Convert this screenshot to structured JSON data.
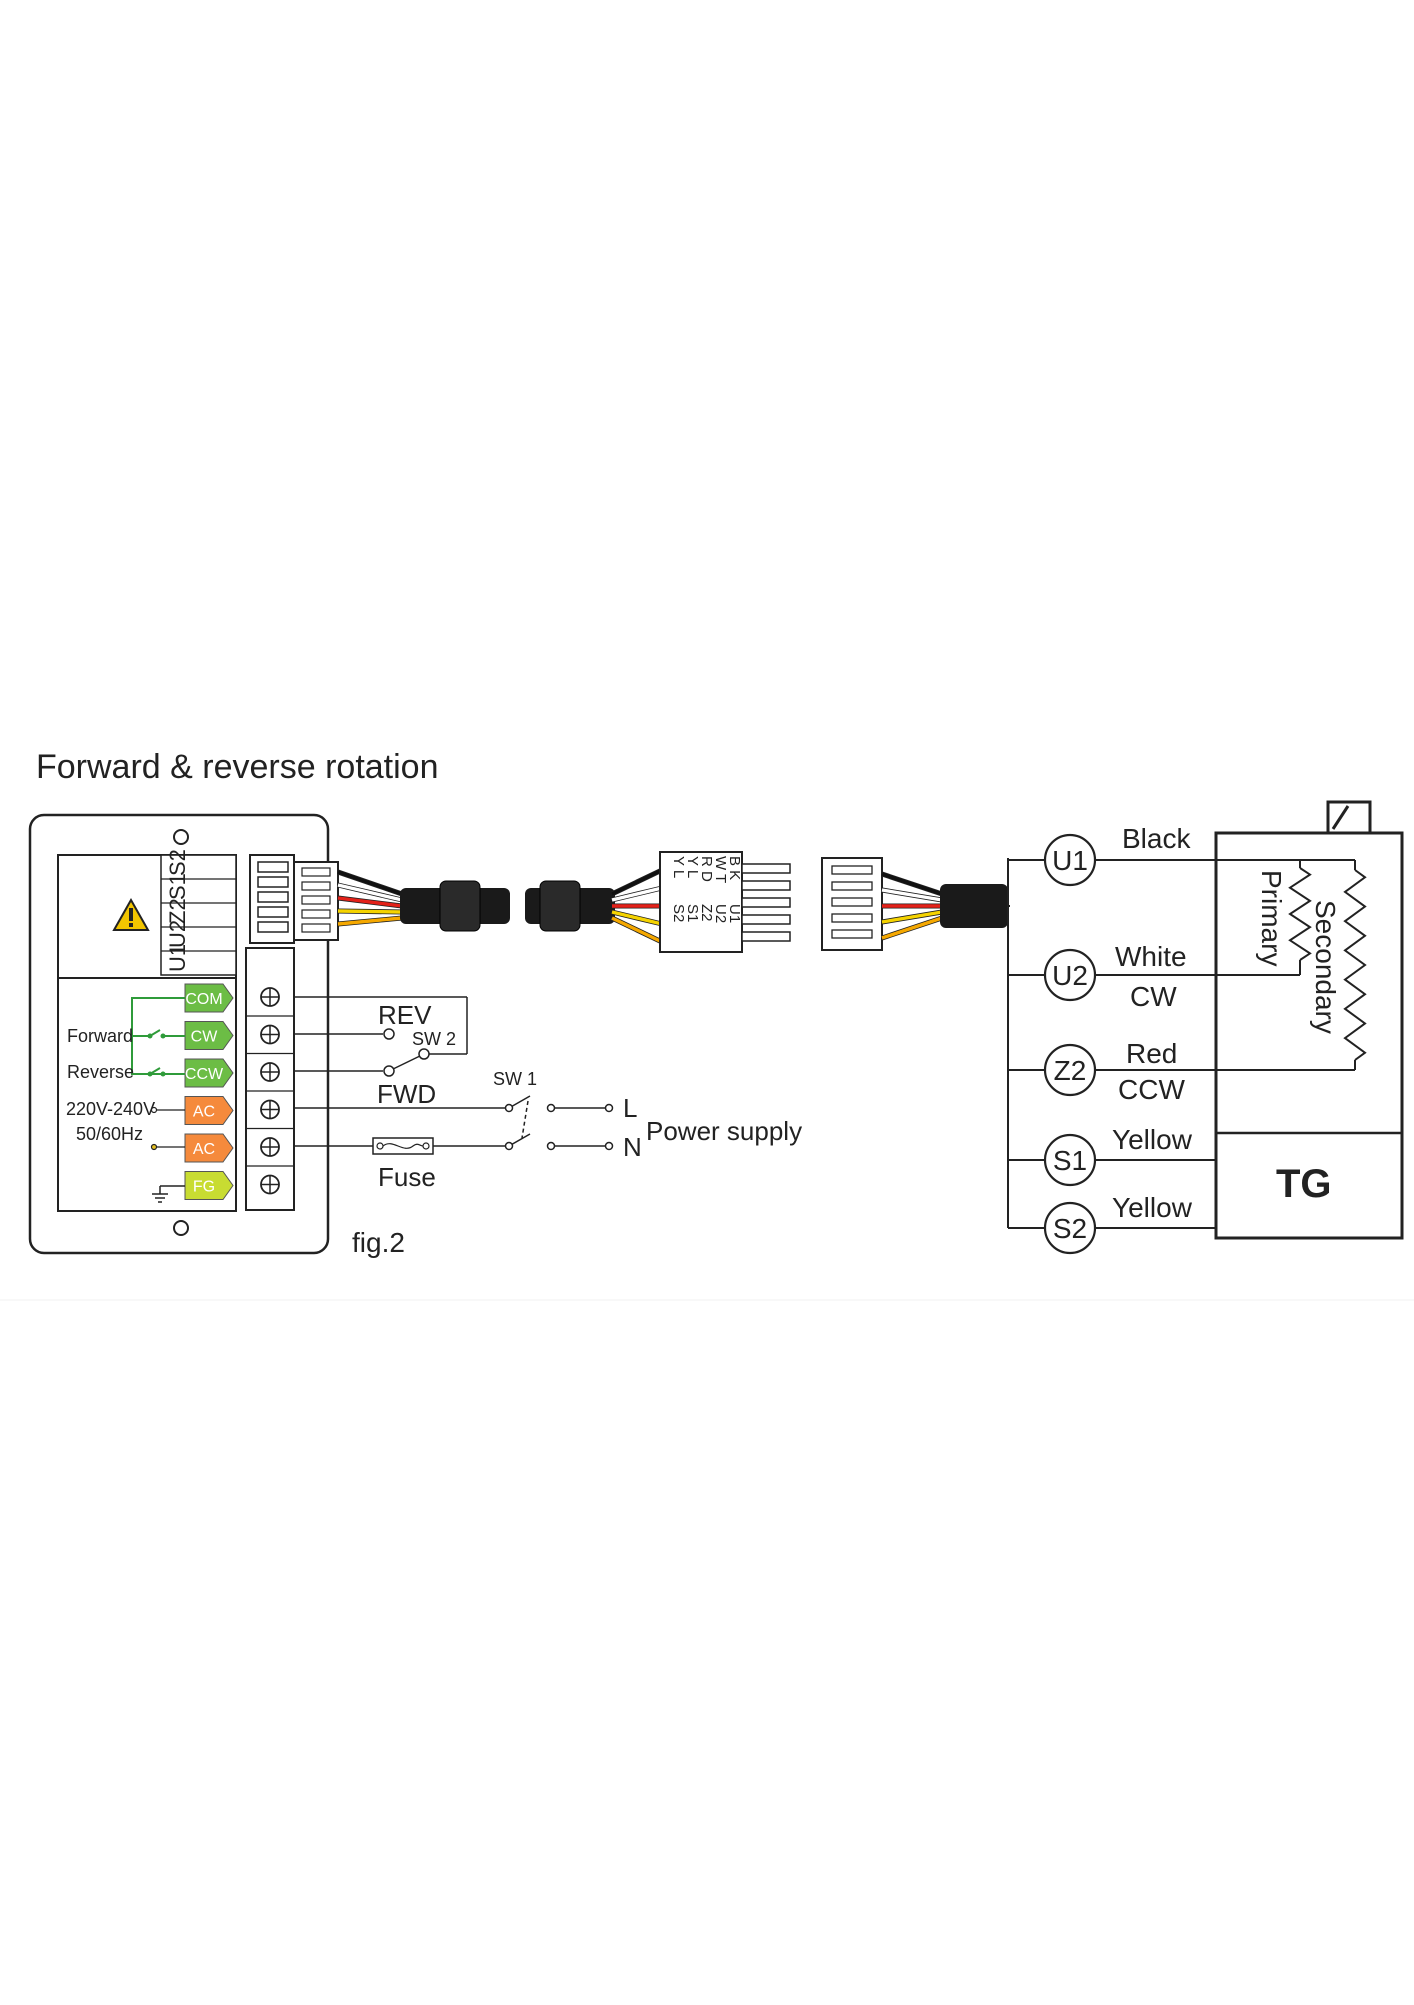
{
  "title": "Forward & reverse rotation",
  "figure_label": "fig.2",
  "controller": {
    "header_terminals": [
      "U1",
      "U2",
      "Z2",
      "S1",
      "S2"
    ],
    "terminals": [
      {
        "label": "COM",
        "color": "#6cbd45"
      },
      {
        "label": "CW",
        "color": "#6cbd45"
      },
      {
        "label": "CCW",
        "color": "#6cbd45"
      },
      {
        "label": "AC",
        "color": "#f58a3c"
      },
      {
        "label": "AC",
        "color": "#f58a3c"
      },
      {
        "label": "FG",
        "color": "#c8dc32"
      }
    ],
    "forward_label": "Forward",
    "reverse_label": "Reverse",
    "voltage_label": "220V-240V",
    "freq_label": "50/60Hz"
  },
  "wiring": {
    "rev_label": "REV",
    "fwd_label": "FWD",
    "sw2_label": "SW 2",
    "sw1_label": "SW 1",
    "fuse_label": "Fuse",
    "power_supply_label": "Power supply",
    "l_label": "L",
    "n_label": "N"
  },
  "connector": {
    "colors": [
      "B K",
      "W T",
      "R D",
      "Y L",
      "Y L"
    ],
    "pins": [
      "U1",
      "U2",
      "Z2",
      "S1",
      "S2"
    ]
  },
  "wire_colors": [
    "#111111",
    "#ffffff",
    "#e32119",
    "#f5d300",
    "#f5a800"
  ],
  "motor": {
    "pins": [
      "U1",
      "U2",
      "Z2",
      "S1",
      "S2"
    ],
    "wire_labels": [
      "Black",
      "White",
      "Red",
      "Yellow",
      "Yellow"
    ],
    "direction_labels": [
      "CW",
      "CCW"
    ],
    "primary_label": "Primary",
    "secondary_label": "Secondary",
    "tg_label": "TG"
  }
}
